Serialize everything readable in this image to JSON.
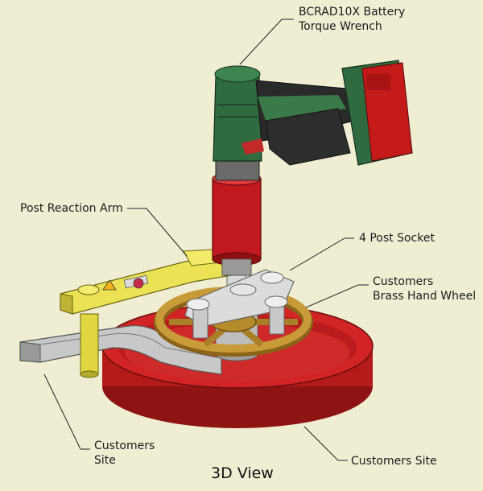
{
  "labels": {
    "wrench_line1": "BCRAD10X Battery",
    "wrench_line2": "Torque Wrench",
    "reaction_arm": "Post Reaction Arm",
    "post_socket": "4 Post Socket",
    "hand_wheel_line1": "Customers",
    "hand_wheel_line2": "Brass Hand Wheel",
    "site_left_line1": "Customers",
    "site_left_line2": "Site",
    "site_right": "Customers Site"
  },
  "view_title": "3D View",
  "colors": {
    "background": "#f0eed2",
    "tool_green": "#2f6b3e",
    "tool_dark": "#2a2a2a",
    "battery_red": "#c41a1a",
    "socket_red": "#c2181f",
    "arm_yellow": "#e8e04a",
    "brass": "#b48a2a",
    "tray_red": "#c82020",
    "metal_grey": "#cfcfcf"
  }
}
